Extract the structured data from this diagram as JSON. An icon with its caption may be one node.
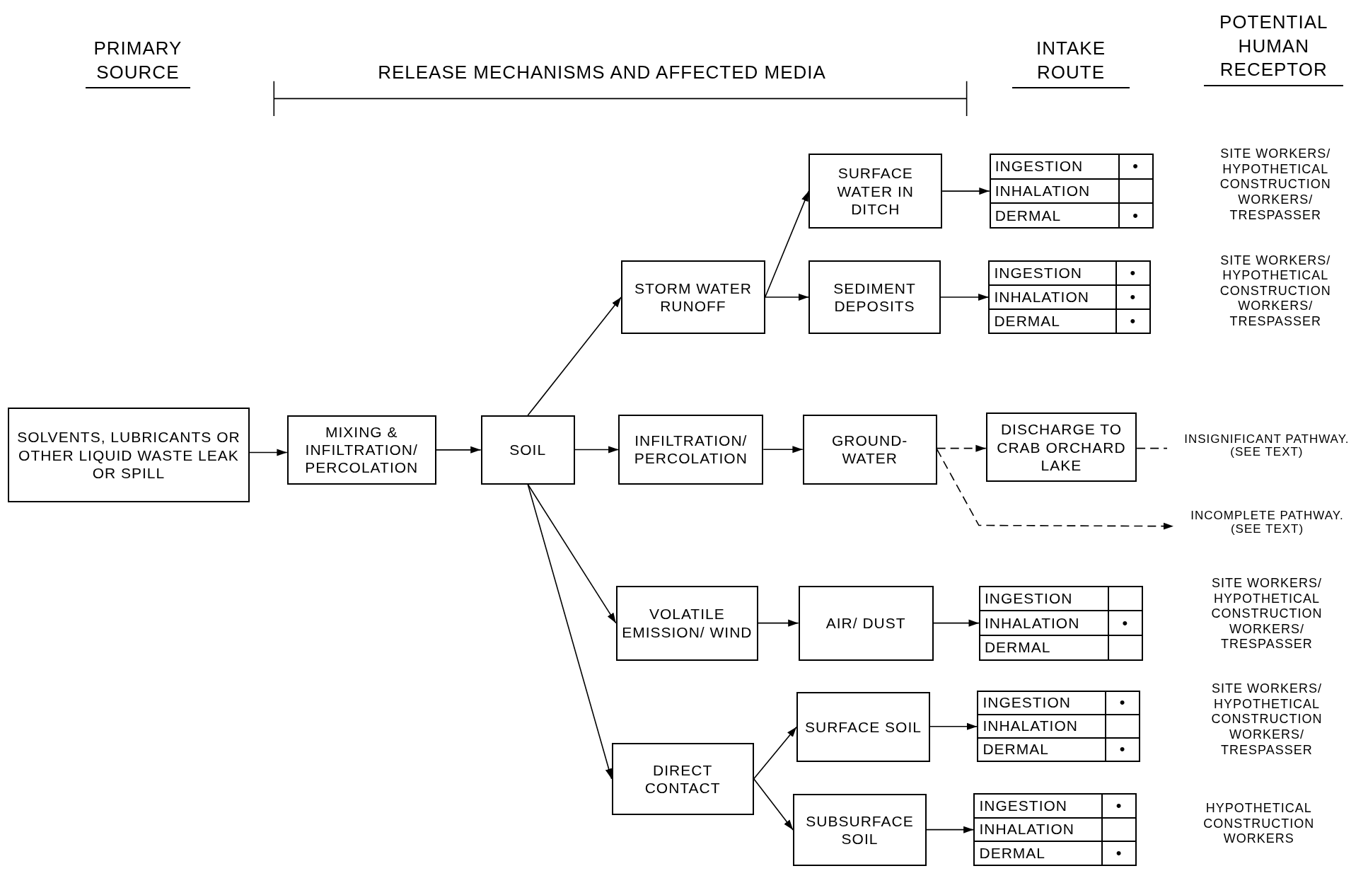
{
  "diagram": {
    "nodes": [
      {
        "text": [
          "SOLVENTS, LUBRICANTS OR OTHER LIQUID WASTE LEAK OR SPILL"
        ]
      },
      {
        "text": [
          "MIXING & INFILTRATION/ PERCOLATION"
        ]
      },
      {
        "text": [
          "SOIL"
        ]
      },
      {
        "text": [
          "STORM WATER RUNOFF"
        ]
      },
      {
        "text": [
          "SURFACE WATER IN DITCH"
        ]
      },
      {
        "text": [
          "SEDIMENT DEPOSITS"
        ]
      },
      {
        "text": [
          "INFILTRATION/ PERCOLATION"
        ]
      },
      {
        "text": [
          "GROUND- WATER"
        ]
      },
      {
        "text": [
          "DISCHARGE TO CRAB ORCHARD LAKE"
        ]
      },
      {
        "text": [
          "VOLATILE EMISSION/ WIND"
        ]
      },
      {
        "text": [
          "AIR/ DUST"
        ]
      },
      {
        "text": [
          "DIRECT CONTACT"
        ]
      },
      {
        "text": [
          "SURFACE SOIL"
        ]
      },
      {
        "text": [
          "SUBSURFACE SOIL"
        ]
      },
      {
        "text": [],
        "shape": "box"
      },
      {
        "text": [
          "INGESTION",
          "•"
        ],
        "in": 14
      },
      {
        "text": [
          "INHALATION"
        ],
        "in": 14
      },
      {
        "text": [
          "DERMAL",
          "•"
        ],
        "in": 14
      },
      {
        "text": [],
        "shape": "box"
      },
      {
        "text": [
          "INGESTION",
          "•"
        ],
        "in": 18
      },
      {
        "text": [
          "INHALATION",
          "•"
        ],
        "in": 18
      },
      {
        "text": [
          "DERMAL",
          "•"
        ],
        "in": 18
      },
      {
        "text": [],
        "shape": "box"
      },
      {
        "text": [
          "INGESTION"
        ],
        "in": 22
      },
      {
        "text": [
          "INHALATION",
          "•"
        ],
        "in": 22
      },
      {
        "text": [
          "DERMAL"
        ],
        "in": 22
      },
      {
        "text": [],
        "shape": "box"
      },
      {
        "text": [
          "INGESTION",
          "•"
        ],
        "in": 26
      },
      {
        "text": [
          "INHALATION"
        ],
        "in": 26
      },
      {
        "text": [
          "DERMAL",
          "•"
        ],
        "in": 26
      },
      {
        "text": [],
        "shape": "box"
      },
      {
        "text": [
          "INGESTION",
          "•"
        ],
        "in": 30
      },
      {
        "text": [
          "INHALATION"
        ],
        "in": 30
      },
      {
        "text": [
          "DERMAL",
          "•"
        ],
        "in": 30
      },
      {
        "text": [
          "INSIGNIFICANT PATHWAY. (SEE TEXT)"
        ]
      },
      {
        "text": [
          "INCOMPLETE PATHWAY. (SEE TEXT)"
        ]
      }
    ],
    "edges": [
      {
        "from": 0,
        "to": 1,
        "arrow": "to"
      },
      {
        "from": 1,
        "to": 2,
        "arrow": "to"
      },
      {
        "from": 2,
        "to": 3,
        "arrow": "to"
      },
      {
        "from": 2,
        "to": 6,
        "arrow": "to"
      },
      {
        "from": 2,
        "to": 9,
        "arrow": "to"
      },
      {
        "from": 2,
        "to": 11,
        "arrow": "to"
      },
      {
        "from": 3,
        "to": 4,
        "arrow": "to"
      },
      {
        "from": 3,
        "to": 5,
        "arrow": "to"
      },
      {
        "from": 4,
        "to": 14,
        "arrow": "to"
      },
      {
        "from": 5,
        "to": 18,
        "arrow": "to"
      },
      {
        "from": 6,
        "to": 7,
        "arrow": "to"
      },
      {
        "from": 7,
        "to": 8,
        "arrow": "to",
        "style": "dashed"
      },
      {
        "from": 8,
        "to": 34,
        "arrow": "none",
        "style": "dashed"
      },
      {
        "from": 7,
        "to": 35,
        "arrow": "to",
        "style": "dashed"
      },
      {
        "from": 9,
        "to": 10,
        "arrow": "to"
      },
      {
        "from": 10,
        "to": 22,
        "arrow": "to"
      },
      {
        "from": 11,
        "to": 12,
        "arrow": "to"
      },
      {
        "from": 11,
        "to": 13,
        "arrow": "to"
      },
      {
        "from": 12,
        "to": 26,
        "arrow": "to"
      },
      {
        "from": 13,
        "to": 30,
        "arrow": "to"
      }
    ],
    "labels": [
      "PRIMARY SOURCE",
      "RELEASE MECHANISMS AND AFFECTED MEDIA",
      "INTAKE ROUTE",
      "POTENTIAL HUMAN RECEPTOR",
      "SITE WORKERS/ HYPOTHETICAL CONSTRUCTION WORKERS/ TRESPASSER",
      "SITE WORKERS/ HYPOTHETICAL CONSTRUCTION WORKERS/ TRESPASSER",
      "SITE WORKERS/ HYPOTHETICAL CONSTRUCTION WORKERS/ TRESPASSER",
      "SITE WORKERS/ HYPOTHETICAL CONSTRUCTION WORKERS/ TRESPASSER",
      "HYPOTHETICAL CONSTRUCTION WORKERS"
    ]
  }
}
